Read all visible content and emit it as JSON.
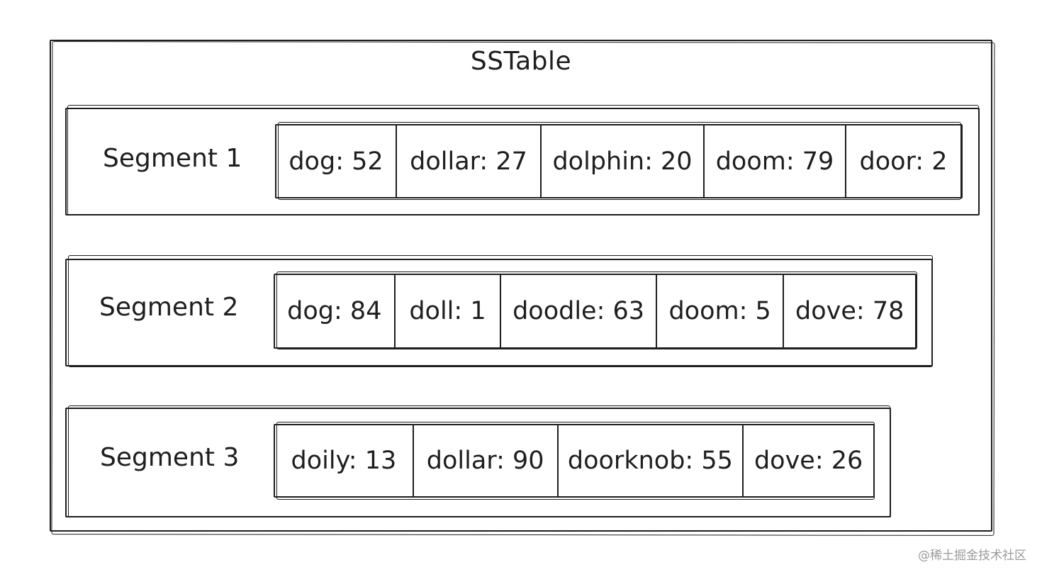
{
  "title": "SSTable",
  "segments": [
    {
      "label": "Segment 1",
      "entries": [
        "dog: 52",
        "dollar: 27",
        "dolphin: 20",
        "doom: 79",
        "door: 2"
      ]
    },
    {
      "label": "Segment 2",
      "entries": [
        "dog: 84",
        "doll: 1",
        "doodle: 63",
        "doom: 5",
        "dove: 78"
      ]
    },
    {
      "label": "Segment 3",
      "entries": [
        "doily: 13",
        "dollar: 90",
        "doorknob: 55",
        "dove: 26"
      ]
    }
  ],
  "watermark": "@稀土掘金技术社区"
}
